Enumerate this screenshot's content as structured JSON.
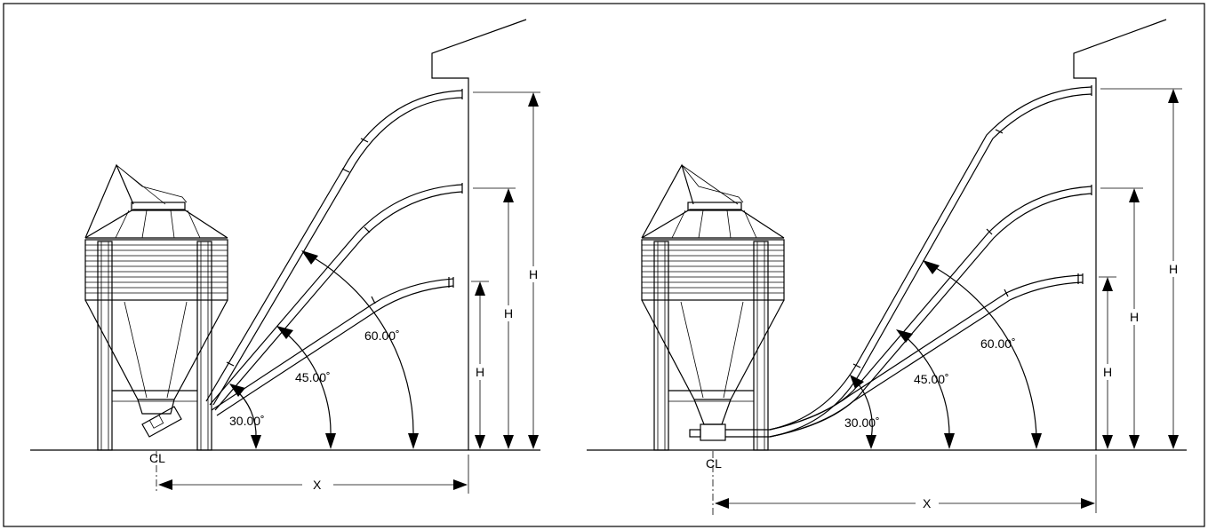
{
  "left": {
    "angles": [
      "60.00˚",
      "45.00˚",
      "30.00˚"
    ],
    "heights": [
      "H",
      "H",
      "H"
    ],
    "distance": "X",
    "centerline": "CL"
  },
  "right": {
    "angles": [
      "60.00˚",
      "45.00˚",
      "30.00˚"
    ],
    "heights": [
      "H",
      "H",
      "H"
    ],
    "distance": "X",
    "centerline": "CL"
  }
}
